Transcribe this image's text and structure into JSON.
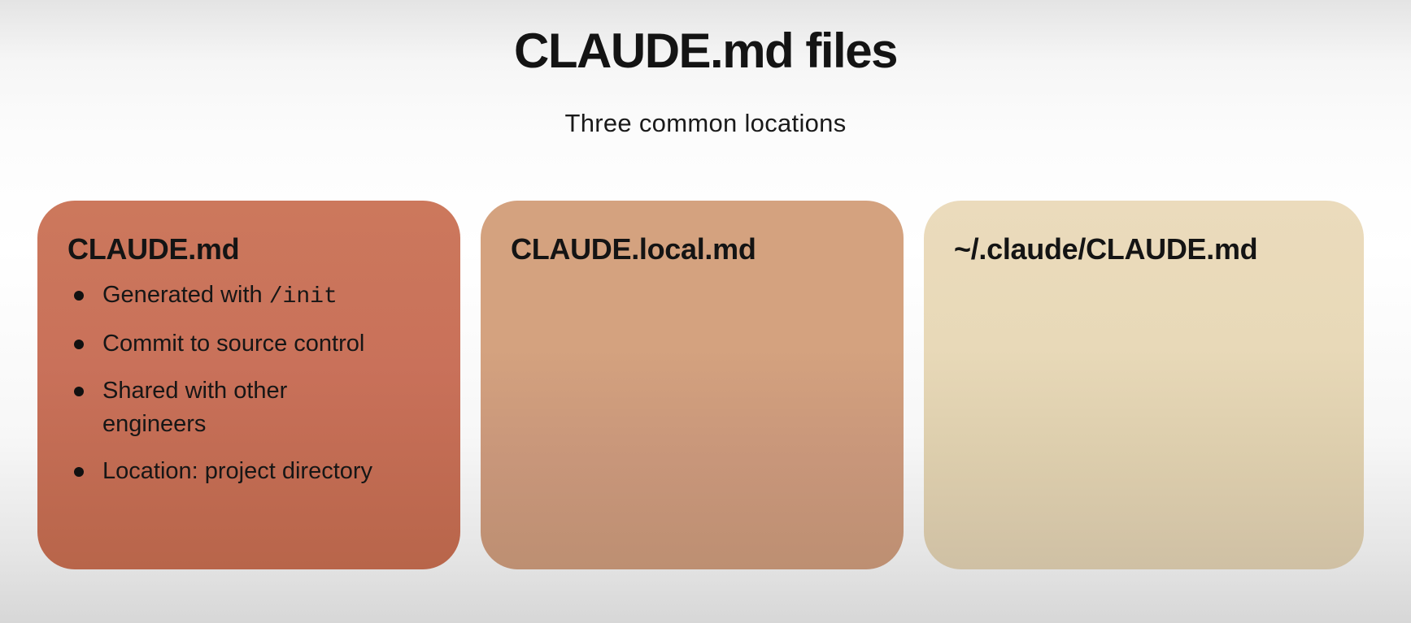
{
  "slide": {
    "title": "CLAUDE.md files",
    "subtitle": "Three common locations"
  },
  "cards": [
    {
      "title": "CLAUDE.md",
      "color": "#cc785c",
      "bullets": [
        {
          "text": "Generated with ",
          "code": "/init"
        },
        {
          "text": "Commit to source control"
        },
        {
          "text": "Shared with other engineers"
        },
        {
          "text": "Location: project directory"
        }
      ]
    },
    {
      "title": "CLAUDE.local.md",
      "color": "#d4a27f"
    },
    {
      "title": "~/.claude/CLAUDE.md",
      "color": "#ebdbbc"
    }
  ]
}
